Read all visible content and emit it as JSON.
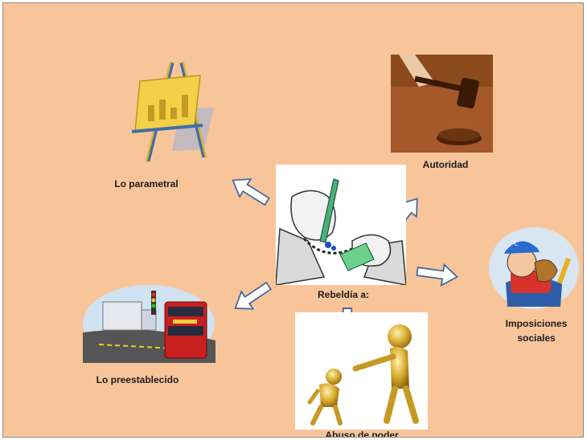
{
  "center": {
    "label": "Rebeldía a:",
    "image": "hands-handcuffed-signing-money-icon"
  },
  "nodes": [
    {
      "id": "parametral",
      "label": "Lo parametral",
      "image": "easel-chart-icon"
    },
    {
      "id": "autoridad",
      "label": "Autoridad",
      "image": "judge-gavel-icon"
    },
    {
      "id": "imposiciones",
      "label": "Imposiciones sociales",
      "label_lines": [
        "Imposiciones",
        "sociales"
      ],
      "image": "sad-baseball-kid-icon"
    },
    {
      "id": "abuso",
      "label": "Abuso de poder",
      "image": "pointing-figure-icon"
    },
    {
      "id": "preestablecido",
      "label": "Lo preestablecido",
      "image": "traffic-street-icon"
    }
  ],
  "colors": {
    "background": "#f8c59a",
    "arrow_fill": "#ffffff",
    "arrow_stroke": "#4a6a9c"
  }
}
